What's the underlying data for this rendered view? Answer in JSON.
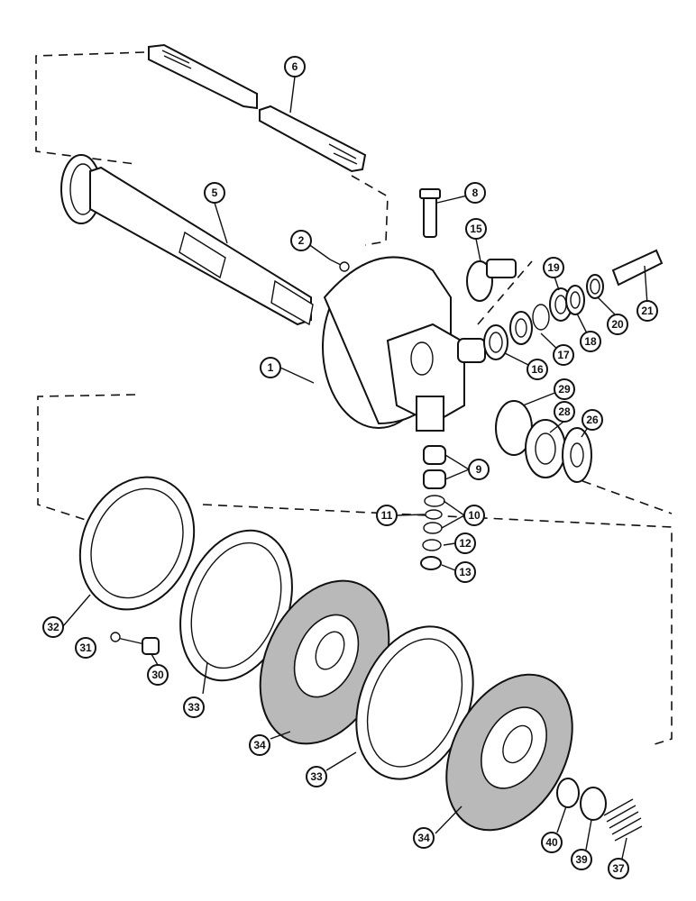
{
  "diagram": {
    "callouts": [
      "6",
      "5",
      "8",
      "2",
      "15",
      "19",
      "21",
      "20",
      "18",
      "17",
      "16",
      "1",
      "29",
      "28",
      "26",
      "9",
      "11",
      "10",
      "12",
      "13",
      "32",
      "31",
      "30",
      "33",
      "34",
      "33",
      "34",
      "40",
      "39",
      "37"
    ]
  }
}
